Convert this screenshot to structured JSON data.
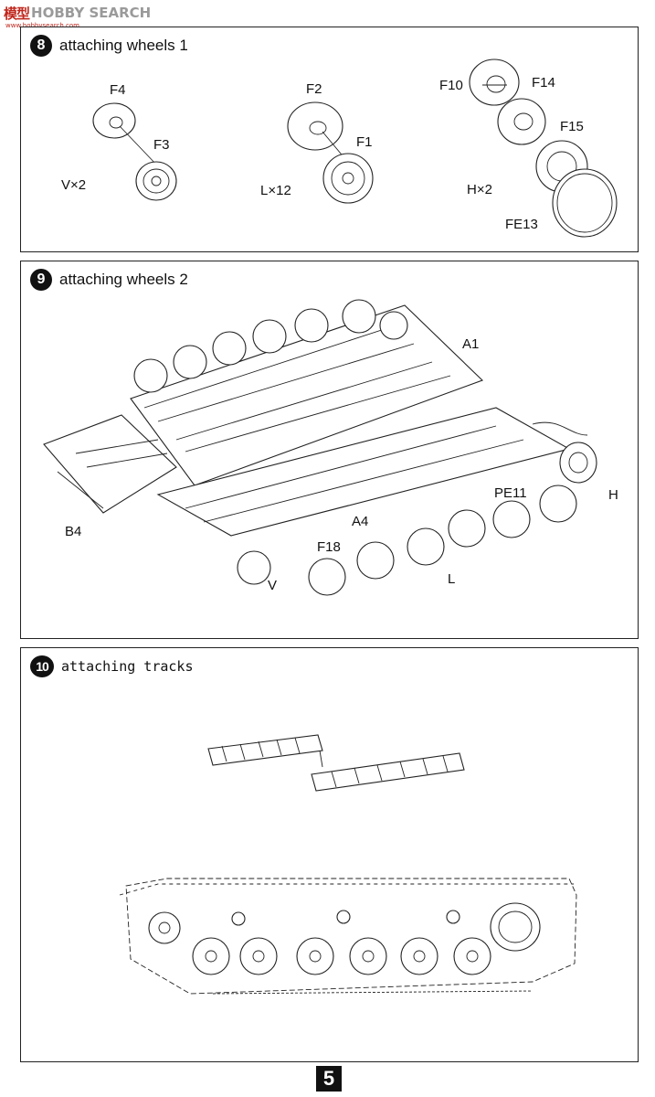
{
  "watermark": {
    "logo": "模型",
    "text": "HOBBY SEARCH",
    "url": "www.hobbysearch.com"
  },
  "steps": [
    {
      "number": "8",
      "title": "attaching wheels 1",
      "labels": {
        "f4": "F4",
        "f3": "F3",
        "v_count": "V×2",
        "f2": "F2",
        "f1": "F1",
        "l_count": "L×12",
        "f10": "F10",
        "f14": "F14",
        "f15": "F15",
        "h_count": "H×2",
        "fe13": "FE13"
      }
    },
    {
      "number": "9",
      "title": "attaching wheels 2",
      "labels": {
        "a1": "A1",
        "b4": "B4",
        "pe11": "PE11",
        "h": "H",
        "a4": "A4",
        "f18": "F18",
        "v": "V",
        "l": "L"
      }
    },
    {
      "number": "10",
      "title": "attaching tracks"
    }
  ],
  "page_number": "5"
}
